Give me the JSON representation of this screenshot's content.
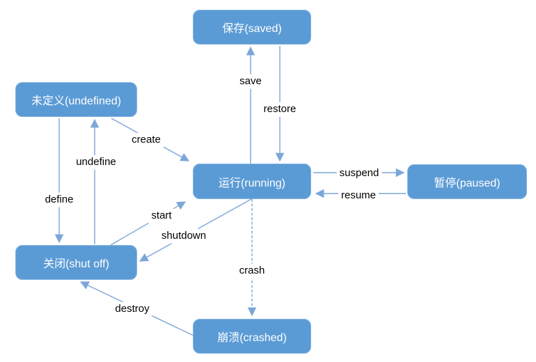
{
  "diagram": {
    "type": "state-transition-diagram",
    "colors": {
      "node_fill": "#5B9BD5",
      "node_text": "#FFFFFF",
      "line": "#7CA6D9",
      "label_text": "#000000",
      "background": "#FFFFFF"
    },
    "nodes": {
      "saved": {
        "label": "保存(saved)"
      },
      "undefined": {
        "label": "未定义(undefined)"
      },
      "running": {
        "label": "运行(running)"
      },
      "paused": {
        "label": "暂停(paused)"
      },
      "shutoff": {
        "label": "关闭(shut off)"
      },
      "crashed": {
        "label": "崩溃(crashed)"
      }
    },
    "edges": {
      "save": {
        "label": "save",
        "from": "running",
        "to": "saved",
        "style": "solid"
      },
      "restore": {
        "label": "restore",
        "from": "saved",
        "to": "running",
        "style": "solid"
      },
      "create": {
        "label": "create",
        "from": "undefined",
        "to": "running",
        "style": "solid"
      },
      "undefine": {
        "label": "undefine",
        "from": "shutoff",
        "to": "undefined",
        "style": "solid"
      },
      "define": {
        "label": "define",
        "from": "undefined",
        "to": "shutoff",
        "style": "solid"
      },
      "suspend": {
        "label": "suspend",
        "from": "running",
        "to": "paused",
        "style": "solid"
      },
      "resume": {
        "label": "resume",
        "from": "paused",
        "to": "running",
        "style": "solid"
      },
      "start": {
        "label": "start",
        "from": "shutoff",
        "to": "running",
        "style": "solid"
      },
      "shutdown": {
        "label": "shutdown",
        "from": "running",
        "to": "shutoff",
        "style": "solid"
      },
      "crash": {
        "label": "crash",
        "from": "running",
        "to": "crashed",
        "style": "dashed"
      },
      "destroy": {
        "label": "destroy",
        "from": "crashed",
        "to": "shutoff",
        "style": "solid"
      }
    }
  }
}
